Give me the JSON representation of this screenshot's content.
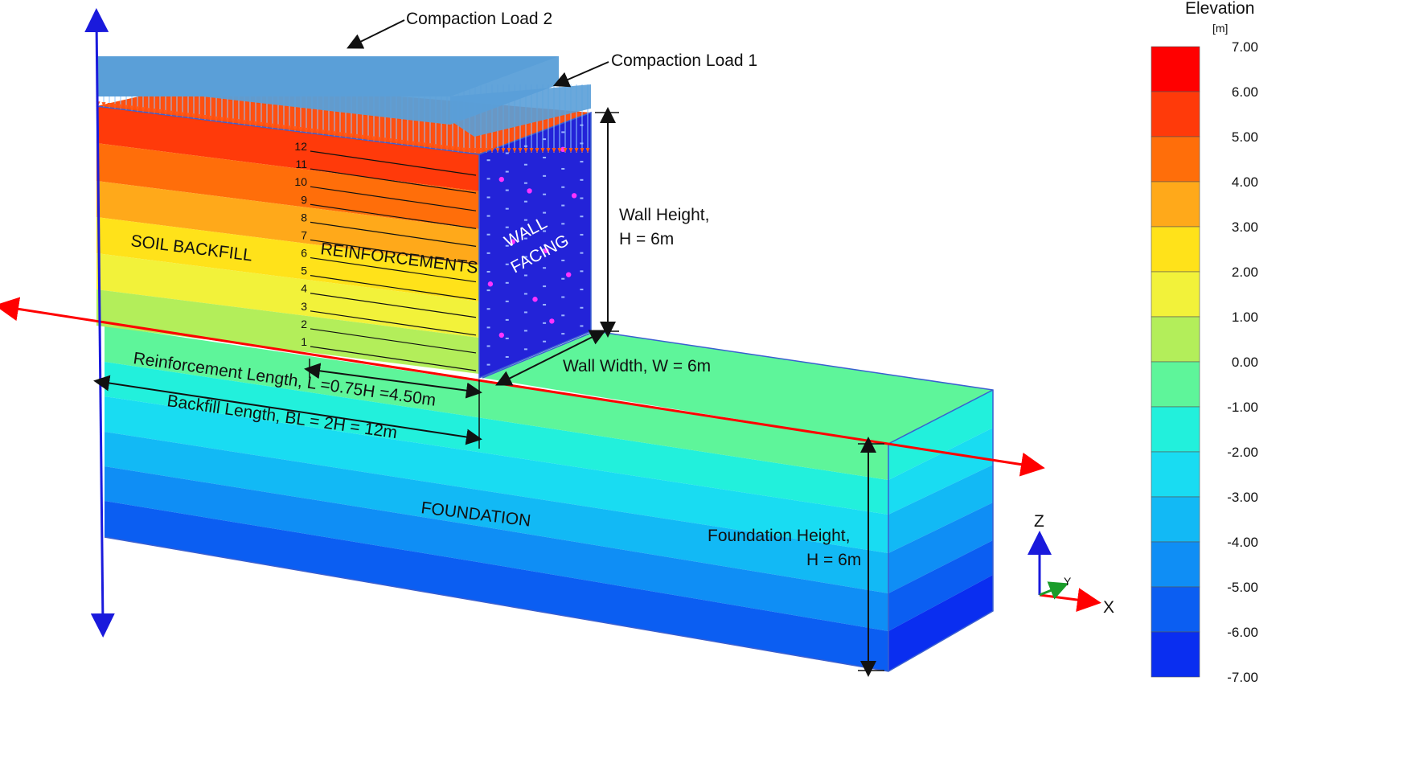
{
  "annotations": {
    "compaction_load_2": "Compaction Load 2",
    "compaction_load_1": "Compaction Load 1",
    "wall_height_line1": "Wall Height,",
    "wall_height_line2": "H = 6m",
    "soil_backfill": "SOIL BACKFILL",
    "reinforcements": "REINFORCEMENTS",
    "wall_facing_line1": "WALL",
    "wall_facing_line2": "FACING",
    "wall_width": "Wall Width, W = 6m",
    "reinforcement_length": "Reinforcement Length, L =0.75H =4.50m",
    "backfill_length": "Backfill Length, BL = 2H = 12m",
    "foundation": "FOUNDATION",
    "foundation_height_line1": "Foundation Height,",
    "foundation_height_line2": "H = 6m"
  },
  "reinforcement_layers": [
    "1",
    "2",
    "3",
    "4",
    "5",
    "6",
    "7",
    "8",
    "9",
    "10",
    "11",
    "12"
  ],
  "axes": {
    "z": "Z",
    "y": "Y",
    "x": "X"
  },
  "legend": {
    "title": "Elevation",
    "unit": "[m]",
    "ticks": [
      "7.00",
      "6.00",
      "5.00",
      "4.00",
      "3.00",
      "2.00",
      "1.00",
      "0.00",
      "-1.00",
      "-2.00",
      "-3.00",
      "-4.00",
      "-5.00",
      "-6.00",
      "-7.00"
    ],
    "colors": [
      "#ff0000",
      "#ff3a0a",
      "#ff6e0a",
      "#ffa91a",
      "#ffe21a",
      "#f2f23a",
      "#b3ee5a",
      "#5ef59a",
      "#22f0dc",
      "#19dcf2",
      "#12b9f5",
      "#0f8ef5",
      "#0b5ef2",
      "#0a2ef0"
    ]
  },
  "colors": {
    "guide_line": "#ff0000",
    "facing_panel": "#2323d8",
    "facing_marker": "#ff33ff",
    "load_plate": "#5a9fd8",
    "load_arrow": "#7fbfff"
  }
}
